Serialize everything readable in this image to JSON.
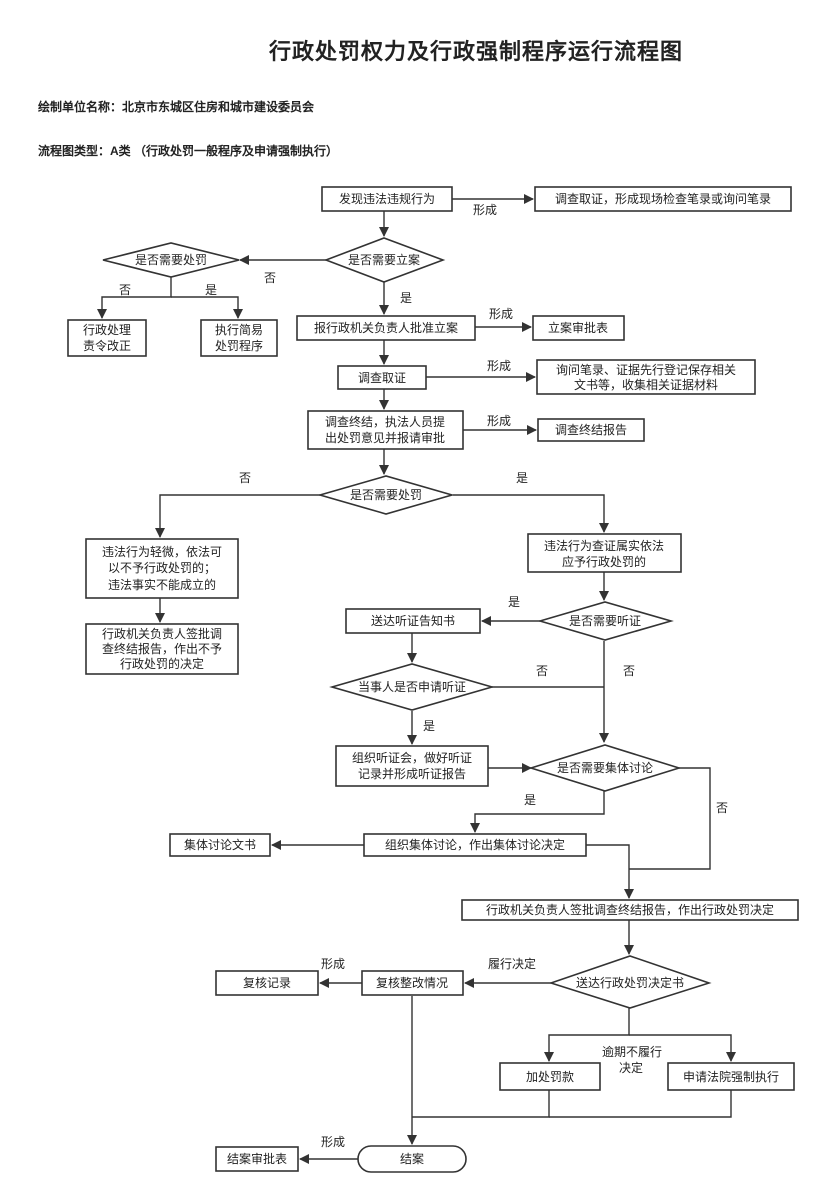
{
  "title": "行政处罚权力及行政强制程序运行流程图",
  "meta": {
    "unit": "绘制单位名称：北京市东城区住房和城市建设委员会",
    "type": "流程图类型：A类 （行政处罚一般程序及申请强制执行）"
  },
  "nodes": {
    "discover": "发现违法违规行为",
    "investigate_record": "调查取证，形成现场检查笔录或询问笔录",
    "need_punish_top": "是否需要处罚",
    "need_file": "是否需要立案",
    "admin_correct": [
      "行政处理",
      "责令改正"
    ],
    "simple_procedure": [
      "执行简易",
      "处罚程序"
    ],
    "report_file": "报行政机关负责人批准立案",
    "file_approval_form": "立案审批表",
    "investigate": "调查取证",
    "evidence_materials": [
      "询问笔录、证据先行登记保存相关",
      "文书等，收集相关证据材料"
    ],
    "finish_investigation": [
      "调查终结，执法人员提",
      "出处罚意见并报请审批"
    ],
    "final_report": "调查终结报告",
    "need_punish_mid": "是否需要处罚",
    "minor_violation": [
      "违法行为轻微，依法可",
      "以不予行政处罚的；",
      "违法事实不能成立的"
    ],
    "no_punish_decision": [
      "行政机关负责人签批调",
      "查终结报告，作出不予",
      "行政处罚的决定"
    ],
    "verified_violation": [
      "违法行为查证属实依法",
      "应予行政处罚的"
    ],
    "need_hearing": "是否需要听证",
    "hearing_notice": "送达听证告知书",
    "party_apply_hearing": "当事人是否申请听证",
    "organize_hearing": [
      "组织听证会，做好听证",
      "记录并形成听证报告"
    ],
    "need_collective": "是否需要集体讨论",
    "collective_discussion": "组织集体讨论，作出集体讨论决定",
    "collective_doc": "集体讨论文书",
    "punish_decision": "行政机关负责人签批调查终结报告，作出行政处罚决定",
    "deliver_decision": "送达行政处罚决定书",
    "review_rectify": "复核整改情况",
    "review_record": "复核记录",
    "late_fee": "加处罚款",
    "court_enforce": "申请法院强制执行",
    "close_case": "结案",
    "close_approval": "结案审批表"
  },
  "edge_labels": {
    "form": "形成",
    "yes": "是",
    "no": "否",
    "perform_decision": "履行决定",
    "overdue": [
      "逾期不履行",
      "决定"
    ]
  }
}
